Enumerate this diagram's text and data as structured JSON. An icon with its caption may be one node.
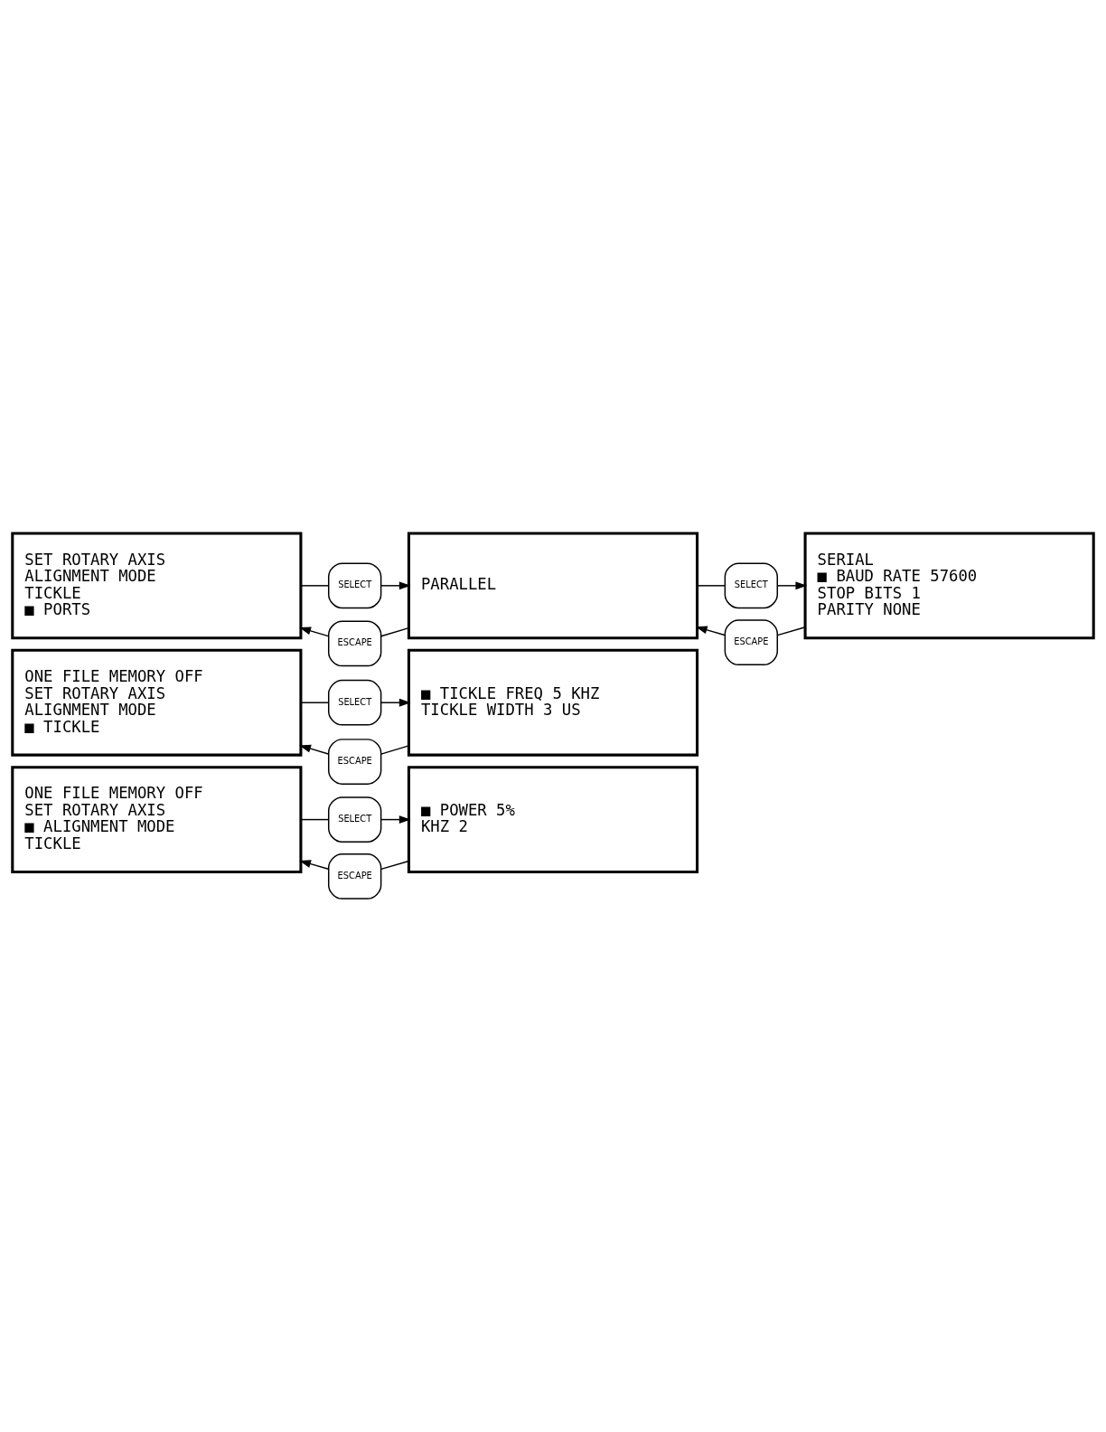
{
  "diagram": {
    "nodes": [
      {
        "text": [
          "ONE FILE MEMORY OFF",
          "SET ROTARY AXIS",
          "■ ALIGNMENT MODE",
          "TICKLE"
        ]
      },
      {
        "text": [
          "SELECT"
        ]
      },
      {
        "text": [
          "ESCAPE"
        ]
      },
      {
        "text": [
          "■ POWER 5%",
          "KHZ 2"
        ]
      },
      {
        "text": [
          "ONE FILE MEMORY OFF",
          "SET ROTARY AXIS",
          "ALIGNMENT MODE",
          "■ TICKLE"
        ]
      },
      {
        "text": [
          "SELECT"
        ]
      },
      {
        "text": [
          "ESCAPE"
        ]
      },
      {
        "text": [
          "■ TICKLE FREQ 5 KHZ",
          "TICKLE WIDTH 3 US"
        ]
      },
      {
        "text": [
          "SET ROTARY AXIS",
          "ALIGNMENT MODE",
          "TICKLE",
          "■ PORTS"
        ]
      },
      {
        "text": [
          "SELECT"
        ]
      },
      {
        "text": [
          "ESCAPE"
        ]
      },
      {
        "text": [
          "PARALLEL"
        ]
      },
      {
        "text": [
          "SELECT"
        ]
      },
      {
        "text": [
          "ESCAPE"
        ]
      },
      {
        "text": [
          "SERIAL",
          "■ BAUD RATE 57600",
          "STOP BITS 1",
          "PARITY NONE"
        ]
      }
    ],
    "edges": [
      {
        "from": 0,
        "to": 1,
        "arrow": "none"
      },
      {
        "from": 1,
        "to": 3,
        "arrow": "to"
      },
      {
        "from": 3,
        "to": 2,
        "arrow": "none"
      },
      {
        "from": 2,
        "to": 0,
        "arrow": "to"
      },
      {
        "from": 4,
        "to": 5,
        "arrow": "none"
      },
      {
        "from": 5,
        "to": 7,
        "arrow": "to"
      },
      {
        "from": 7,
        "to": 6,
        "arrow": "none"
      },
      {
        "from": 6,
        "to": 4,
        "arrow": "to"
      },
      {
        "from": 8,
        "to": 9,
        "arrow": "none"
      },
      {
        "from": 9,
        "to": 11,
        "arrow": "to"
      },
      {
        "from": 11,
        "to": 10,
        "arrow": "none"
      },
      {
        "from": 10,
        "to": 8,
        "arrow": "to"
      },
      {
        "from": 11,
        "to": 12,
        "arrow": "none"
      },
      {
        "from": 12,
        "to": 14,
        "arrow": "to"
      },
      {
        "from": 14,
        "to": 13,
        "arrow": "none"
      },
      {
        "from": 13,
        "to": 11,
        "arrow": "to"
      }
    ]
  }
}
